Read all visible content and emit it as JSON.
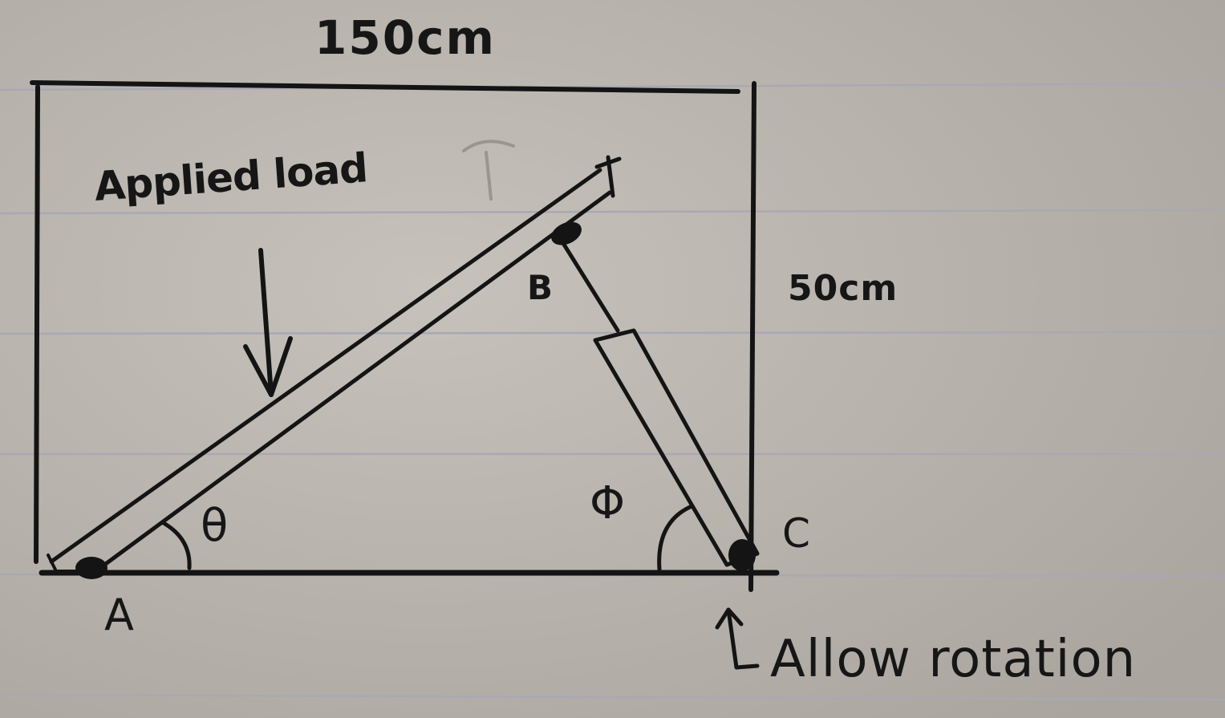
{
  "dimensions": {
    "width_label": "150cm",
    "height_label": "50cm"
  },
  "annotations": {
    "load_label": "Applied load",
    "rotation_label": "Allow rotation"
  },
  "angles": {
    "theta": "θ",
    "phi": "Φ"
  },
  "points": {
    "a": "A",
    "b": "B",
    "c": "C"
  },
  "colors": {
    "paper": "#bdb8b1",
    "rule_lines": "#a9a8b4",
    "ink": "#141414"
  }
}
